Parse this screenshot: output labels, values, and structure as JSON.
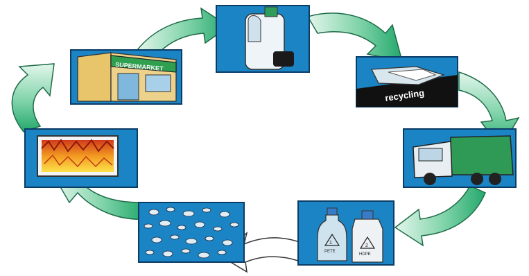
{
  "diagram": {
    "type": "cycle",
    "colors": {
      "panel_blue": "#1a84c4",
      "panel_dark": "#0b4f86",
      "arrow_green": "#33b27a",
      "arrow_light": "#d7f2e4",
      "arrow_white": "#ffffff"
    },
    "steps": [
      {
        "id": "milk-jug",
        "icon": "milk-jug-icon"
      },
      {
        "id": "recycling-bin",
        "icon": "recycling-bin-icon",
        "label": "recycling"
      },
      {
        "id": "garbage-truck",
        "icon": "garbage-truck-icon"
      },
      {
        "id": "sorted-bottles",
        "icon": "sorted-bottles-icon",
        "codes": [
          "1",
          "PETE",
          "2",
          "HDPE"
        ]
      },
      {
        "id": "plastic-flakes",
        "icon": "plastic-flakes-icon"
      },
      {
        "id": "furnace",
        "icon": "fire-icon"
      },
      {
        "id": "supermarket",
        "icon": "supermarket-icon",
        "label": "SUPERMARKET"
      }
    ]
  }
}
